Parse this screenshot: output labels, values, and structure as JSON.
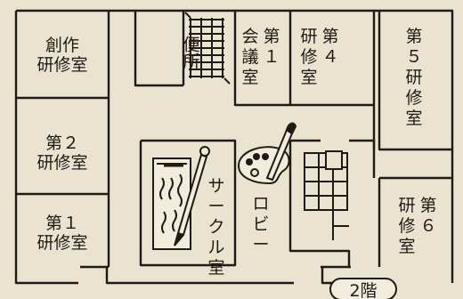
{
  "floor": "2階",
  "rooms": {
    "sosaku": {
      "line1": "創作",
      "line2": "研修室"
    },
    "toilet": "便所",
    "meeting1": "会議室",
    "meeting1_num": "第１",
    "kenshu4": "研修室",
    "kenshu4_num": "第４",
    "kenshu5": "第５研修室",
    "kenshu2": {
      "line1": "第２",
      "line2": "研修室"
    },
    "kenshu1": {
      "line1": "第１",
      "line2": "研修室"
    },
    "circle": "サークル室",
    "lobby": "ロビー",
    "kenshu6": "研修室",
    "kenshu6_num": "第６"
  },
  "icons": [
    "palette-icon",
    "brush-icon",
    "scroll-icon",
    "stairs-icon",
    "elevator-icon"
  ]
}
